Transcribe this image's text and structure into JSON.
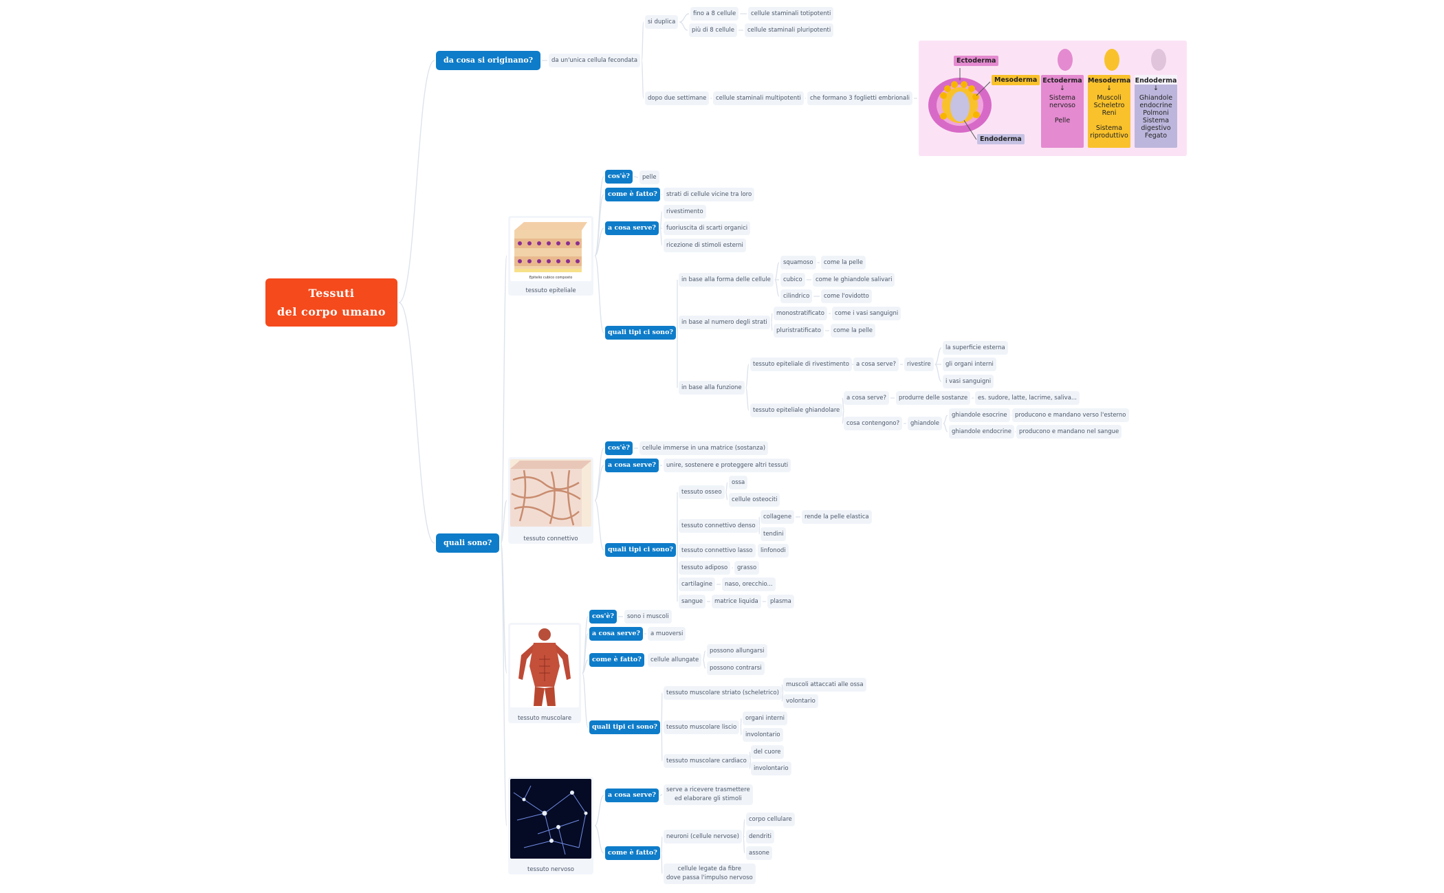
{
  "root": {
    "title": "Tessuti\ndel corpo umano"
  },
  "branches": {
    "origin": {
      "label": "da cosa si originano?",
      "a": "da un'unica cellula fecondata",
      "duplica": "si duplica",
      "fino8": "fino a 8 cellule",
      "totipotenti": "cellule staminali totipotenti",
      "piu8": "più di 8 cellule",
      "pluripotenti": "cellule staminali pluripotenti",
      "dopo": "dopo due settimane",
      "multipotenti": "cellule staminali multipotenti",
      "foglietti": "che formano 3 foglietti embrionali"
    },
    "which": {
      "label": "quali sono?"
    }
  },
  "embryo": {
    "ecto_label": "Ectoderma",
    "meso_label": "Mesoderma",
    "endo_label": "Endoderma",
    "columns": [
      {
        "title": "Ectoderma",
        "arrow": "↓",
        "items": "Sistema\nnervoso\n\nPelle",
        "color": "#e48ad0"
      },
      {
        "title": "Mesoderma",
        "arrow": "↓",
        "items": "Muscoli\nScheletro\nReni\n\nSistema\nriproduttivo",
        "color": "#f9c22c"
      },
      {
        "title": "Endoderma",
        "arrow": "↓",
        "items": "Ghiandole\nendocrine\nPolmoni\nSistema\ndigestivo\nFegato",
        "color": "#bdb6dc"
      }
    ],
    "colors": {
      "ecto": "#e48ad0",
      "meso": "#f9c22c",
      "endo": "#bdb6dc"
    }
  },
  "epiteliale": {
    "caption": "tessuto epiteliale",
    "image_caption": "Epitelio cubico composto",
    "cose_q": "cos'è?",
    "cose_a": "pelle",
    "fatto_q": "come è fatto?",
    "fatto_a": "strati di cellule vicine tra loro",
    "serve_q": "a cosa serve?",
    "serve_a1": "rivestimento",
    "serve_a2": "fuoriuscita di scarti organici",
    "serve_a3": "ricezione di stimoli esterni",
    "tipi_q": "quali tipi ci sono?",
    "forma": "in base alla forma delle cellule",
    "squamoso": "squamoso",
    "squamoso_e": "come la pelle",
    "cubico": "cubico",
    "cubico_e": "come le ghiandole salivari",
    "cilindrico": "cilindrico",
    "cilindrico_e": "come l'ovidotto",
    "strati": "in base al numero degli strati",
    "mono": "monostratificato",
    "mono_e": "come i vasi sanguigni",
    "pluri": "pluristratificato",
    "pluri_e": "come la pelle",
    "funzione": "in base alla funzione",
    "riv": "tessuto epiteliale di rivestimento",
    "riv_q": "a cosa serve?",
    "rivestire": "rivestire",
    "sup": "la superficie esterna",
    "org": "gli organi interni",
    "vasi": "i vasi sanguigni",
    "ghi": "tessuto epiteliale ghiandolare",
    "ghi_q": "a cosa serve?",
    "ghi_a": "produrre delle sostanze",
    "ghi_ex": "es. sudore, latte, lacrime, saliva...",
    "cont_q": "cosa contengono?",
    "ghiandole": "ghiandole",
    "eso": "ghiandole esocrine",
    "eso_a": "producono e mandano verso l'esterno",
    "endo": "ghiandole endocrine",
    "endo_a": "producono e mandano nel sangue"
  },
  "connettivo": {
    "caption": "tessuto connettivo",
    "cose_q": "cos'è?",
    "cose_a": "cellule immerse in una matrice (sostanza)",
    "serve_q": "a cosa serve?",
    "serve_a": "unire, sostenere e proteggere altri tessuti",
    "tipi_q": "quali tipi ci sono?",
    "osseo": "tessuto osseo",
    "ossa": "ossa",
    "osteociti": "cellule osteociti",
    "denso": "tessuto connettivo denso",
    "collagene": "collagene",
    "elastica": "rende la pelle elastica",
    "tendini": "tendini",
    "lasso": "tessuto connettivo lasso",
    "linfonodi": "linfonodi",
    "adiposo": "tessuto adiposo",
    "grasso": "grasso",
    "cartilagine": "cartilagine",
    "naso": "naso, orecchio...",
    "sangue": "sangue",
    "matrice": "matrice liquida",
    "plasma": "plasma"
  },
  "muscolare": {
    "caption": "tessuto muscolare",
    "cose_q": "cos'è?",
    "cose_a": "sono i muscoli",
    "serve_q": "a cosa serve?",
    "serve_a": "a muoversi",
    "fatto_q": "come è fatto?",
    "fatto_a": "cellule allungate",
    "allungarsi": "possono allungarsi",
    "contrarsi": "possono contrarsi",
    "tipi_q": "quali tipi ci sono?",
    "striato": "tessuto muscolare striato (scheletrico)",
    "attaccati": "muscoli attaccati alle ossa",
    "volontario": "volontario",
    "liscio": "tessuto muscolare liscio",
    "interni": "organi interni",
    "involontario1": "involontario",
    "cardiaco": "tessuto muscolare cardiaco",
    "cuore": "del cuore",
    "involontario2": "involontario"
  },
  "nervoso": {
    "caption": "tessuto nervoso",
    "serve_q": "a cosa serve?",
    "serve_a": "serve a ricevere trasmettere\ned elaborare gli stimoli",
    "fatto_q": "come è fatto?",
    "neuroni": "neuroni (cellule nervose)",
    "corpo": "corpo cellulare",
    "dendriti": "dendriti",
    "assone": "assone",
    "fibre": "cellule legate da fibre\ndove passa l'impulso nervoso"
  }
}
